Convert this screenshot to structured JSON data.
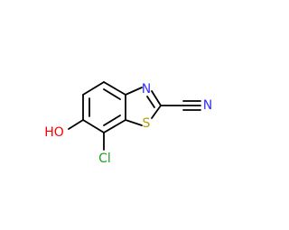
{
  "molecule": {
    "atoms": {
      "nitrogen_ring": "N",
      "nitrogen_nitrile": "N",
      "sulfur": "S",
      "chlorine": "Cl",
      "hydroxyl": "HO"
    },
    "colors": {
      "bond": "#000000",
      "nitrogen": "#3333ff",
      "sulfur": "#b2a100",
      "chlorine": "#1fa01f",
      "oxygen": "#ff0000"
    }
  }
}
